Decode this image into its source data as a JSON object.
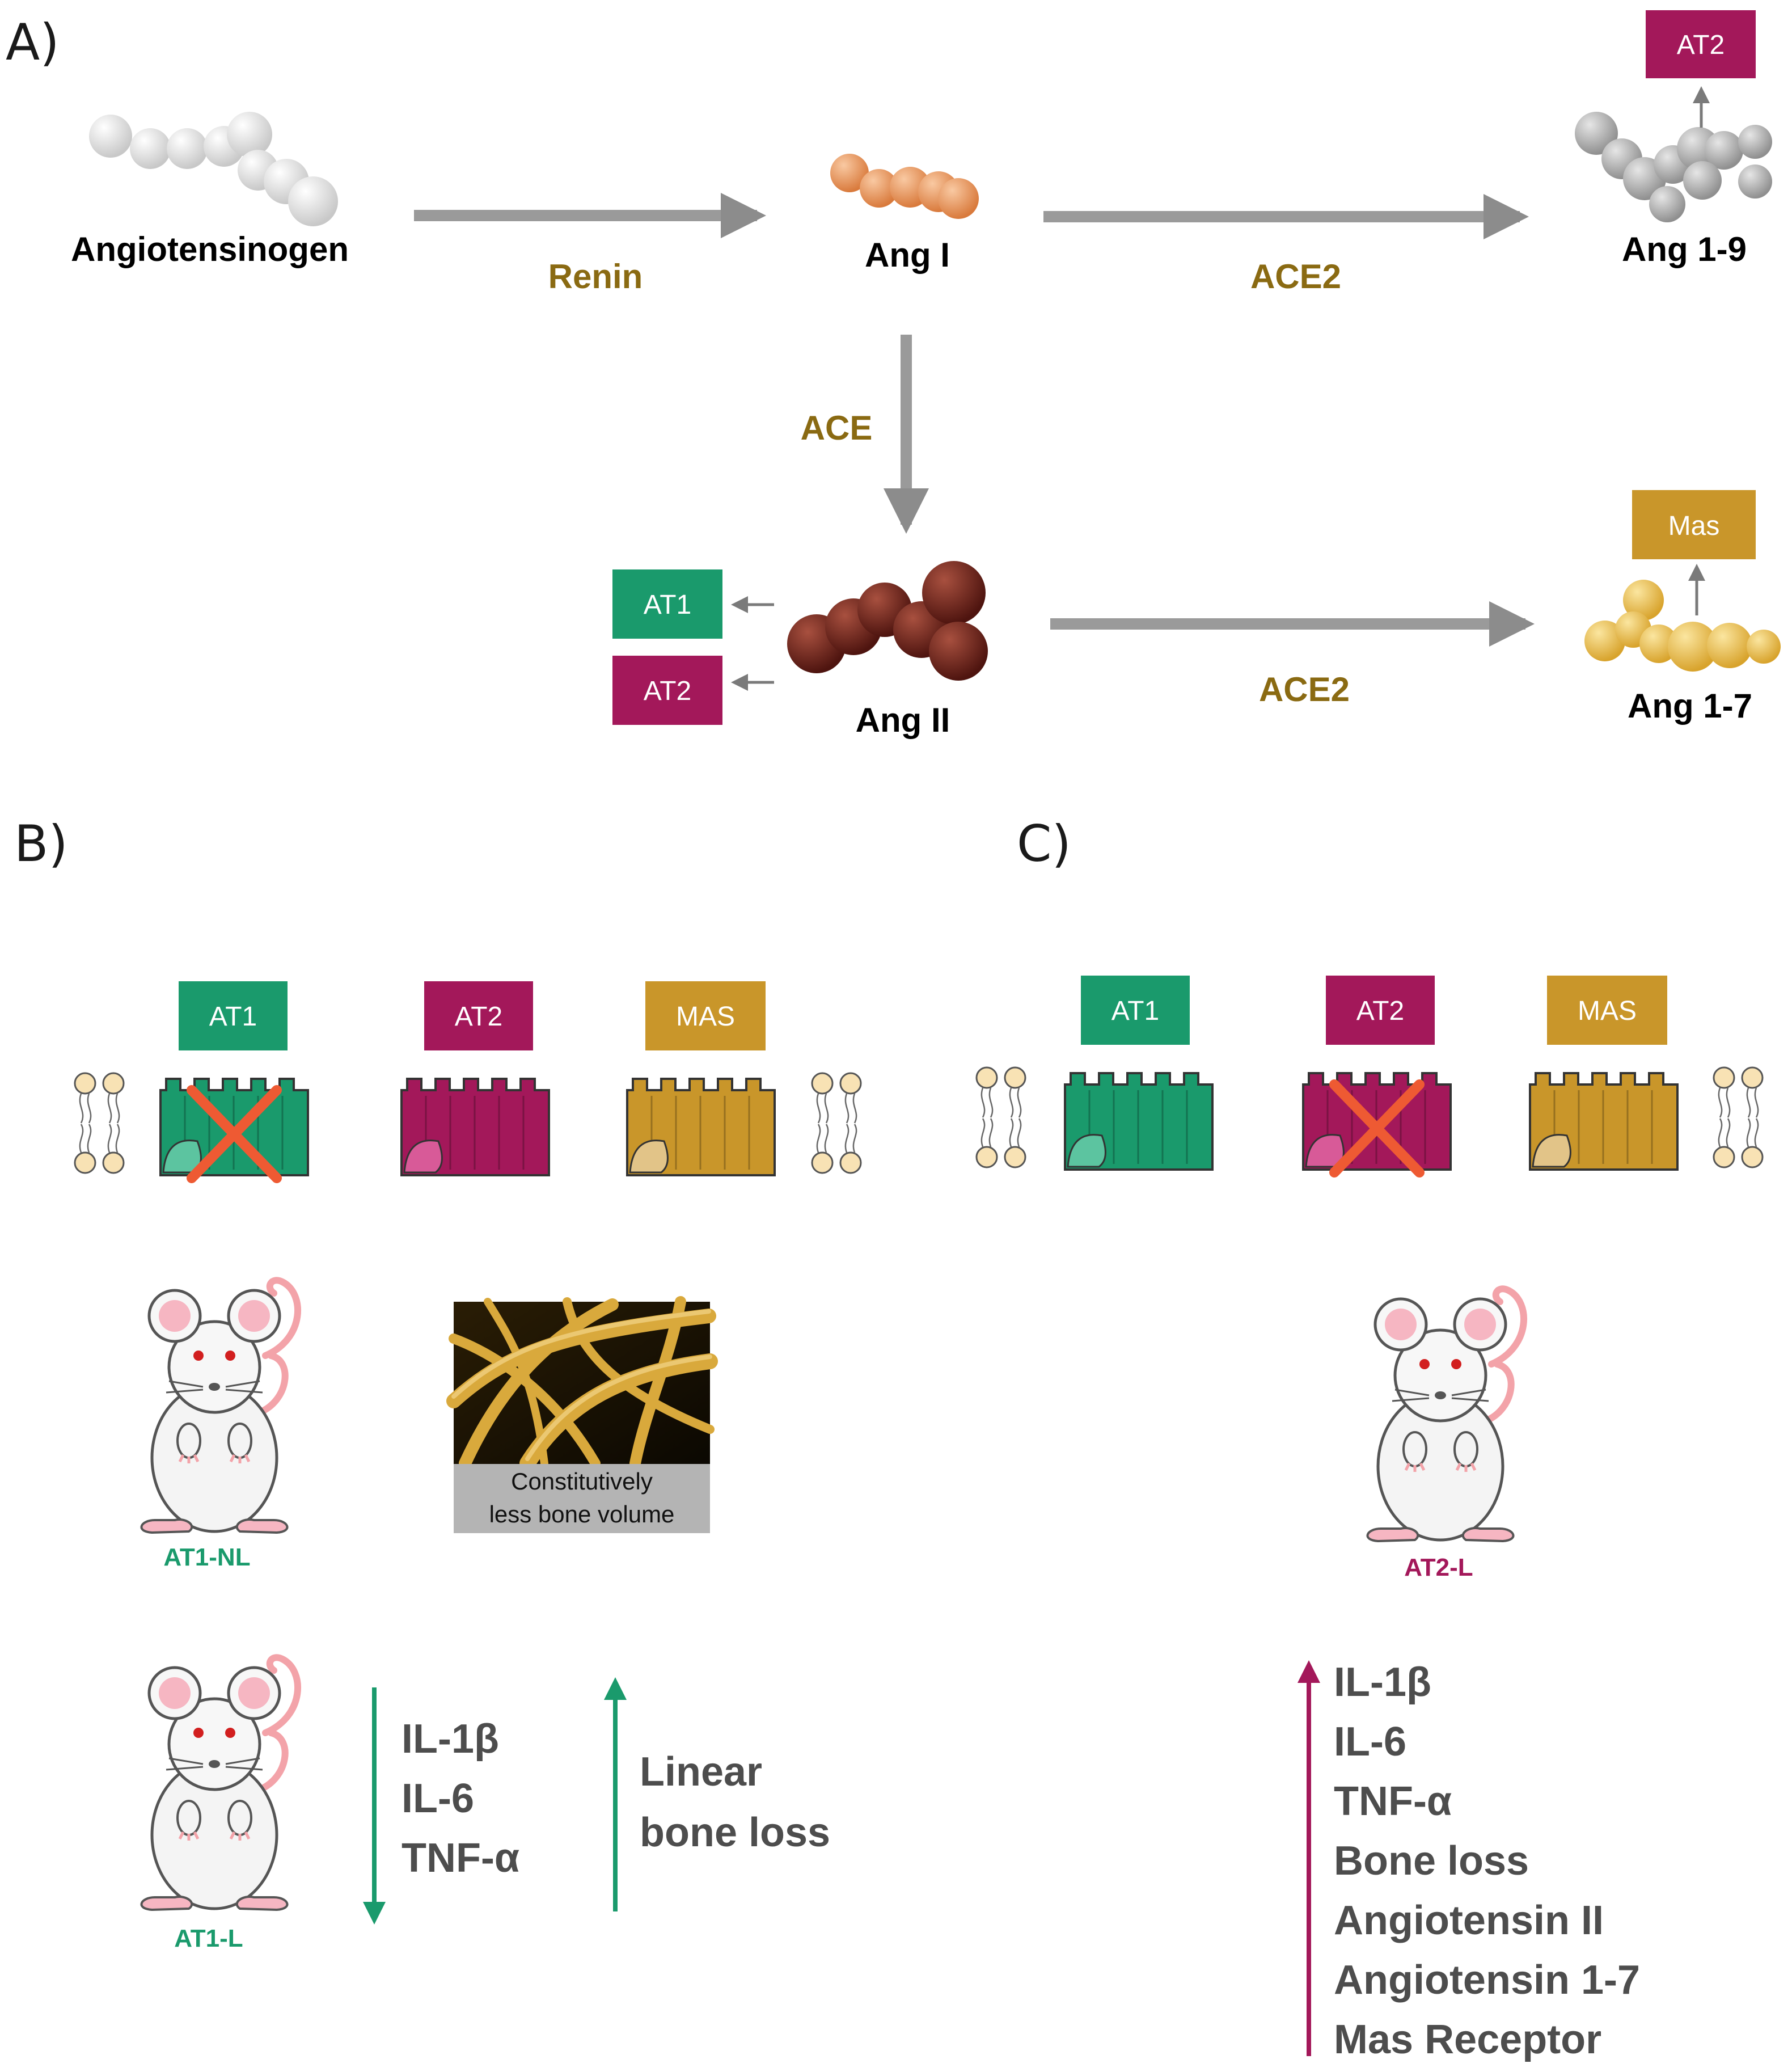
{
  "colors": {
    "at1": "#1a9a6c",
    "at2": "#a3185a",
    "mas": "#c9962a",
    "enzyme_text": "#8a6a12",
    "arrow_gray": "#9a9a9a",
    "list_text": "#4d4d4d",
    "ang_i": "#e8955a",
    "ang_ii": "#6e241b",
    "ang_1_9": "#b5b5b5",
    "ang_1_7": "#e8c24a",
    "angiotensinogen": "#e0e0e0"
  },
  "panel_a": {
    "label": "A)",
    "molecules": {
      "angiotensinogen": "Angiotensinogen",
      "ang_i": "Ang I",
      "ang_ii": "Ang II",
      "ang_1_9": "Ang 1-9",
      "ang_1_7": "Ang 1-7"
    },
    "enzymes": {
      "renin": "Renin",
      "ace": "ACE",
      "ace2_top": "ACE2",
      "ace2_bottom": "ACE2"
    },
    "receptors": {
      "ang_1_9": "AT2",
      "ang_ii_1": "AT1",
      "ang_ii_2": "AT2",
      "ang_1_7": "Mas"
    }
  },
  "panel_b": {
    "label": "B)",
    "receptors": [
      "AT1",
      "AT2",
      "MAS"
    ],
    "knocked_out": "AT1",
    "mouse_1_label": "AT1-NL",
    "image_caption_line1": "Constitutively",
    "image_caption_line2": "less bone volume",
    "mouse_2_label": "AT1-L",
    "down_list": [
      "IL-1β",
      "IL-6",
      "TNF-α"
    ],
    "down_direction": "down",
    "up_list": [
      "Linear",
      "bone loss"
    ],
    "up_direction": "up"
  },
  "panel_c": {
    "label": "C)",
    "receptors": [
      "AT1",
      "AT2",
      "MAS"
    ],
    "knocked_out": "AT2",
    "mouse_label": "AT2-L",
    "up_list": [
      "IL-1β",
      "IL-6",
      "TNF-α",
      "Bone loss",
      "Angiotensin II",
      "Angiotensin 1-7",
      "Mas Receptor"
    ],
    "up_direction": "up"
  }
}
